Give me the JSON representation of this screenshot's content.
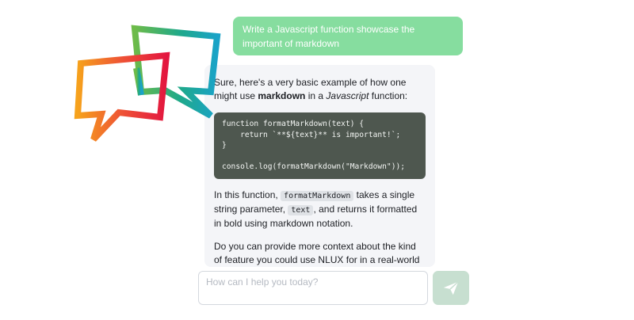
{
  "conversation": {
    "user_message": "Write a Javascript function showcase the important of markdown",
    "assistant": {
      "intro_before": "Sure, here's a very basic example of how one might use ",
      "intro_bold": "markdown",
      "intro_mid": " in a ",
      "intro_italic": "Javascript",
      "intro_after": " function:",
      "code_lines": [
        "function formatMarkdown(text) {",
        "    return `**${text}** is important!`;",
        "}",
        "",
        "console.log(formatMarkdown(\"Markdown\"));"
      ],
      "p2_before": "In this function, ",
      "p2_code1": "formatMarkdown",
      "p2_mid": " takes a single string parameter, ",
      "p2_code2": "text",
      "p2_after": ", and returns it formatted in bold using markdown notation.",
      "p3": "Do you can provide more context about the kind of feature you could use NLUX for in a real-world"
    }
  },
  "composer": {
    "placeholder": "How can I help you today?",
    "send_icon": "send-icon"
  },
  "colors": {
    "user_bubble": "#86dd9f",
    "assistant_bubble": "#f4f5f8",
    "code_background": "#4e574f",
    "send_button": "#c7dfd0"
  }
}
